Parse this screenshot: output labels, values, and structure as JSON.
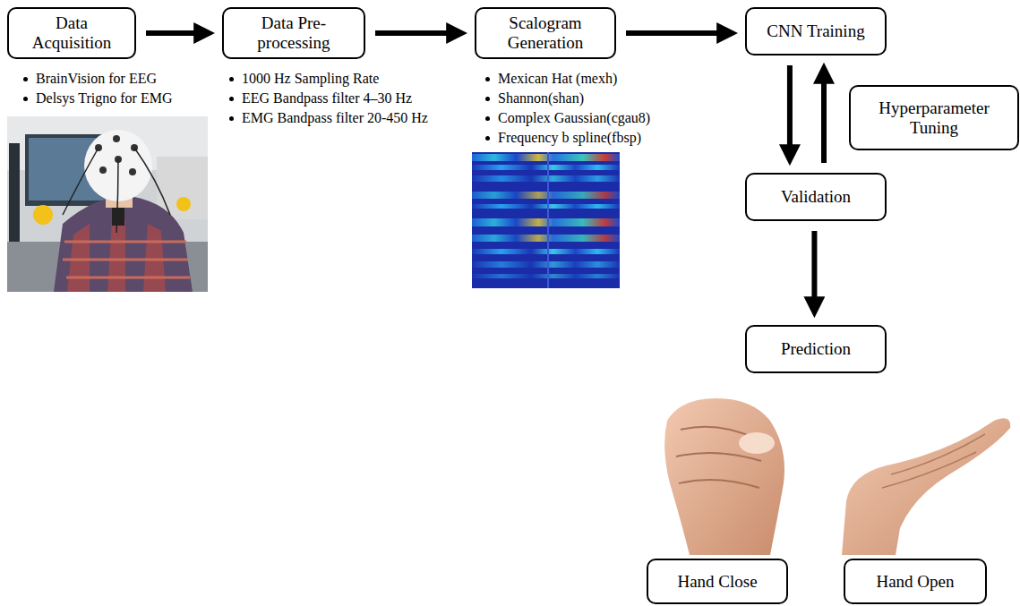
{
  "diagram": {
    "nodes": [
      {
        "text": [
          "Data Acquisition"
        ]
      },
      {
        "text": [
          "Data Pre- processing"
        ]
      },
      {
        "text": [
          "Scalogram Generation"
        ]
      },
      {
        "text": [
          "CNN Training"
        ]
      },
      {
        "text": [
          "Hyperparameter Tuning"
        ]
      },
      {
        "text": [
          "Validation"
        ]
      },
      {
        "text": [
          "Prediction"
        ]
      },
      {
        "text": [
          "Hand Close"
        ]
      },
      {
        "text": [
          "Hand Open"
        ]
      }
    ],
    "edges": [
      {
        "from": 0,
        "to": 1,
        "arrow": "to"
      },
      {
        "from": 1,
        "to": 2,
        "arrow": "to"
      },
      {
        "from": 2,
        "to": 3,
        "arrow": "to"
      },
      {
        "from": 3,
        "to": 5,
        "arrow": "to"
      },
      {
        "from": 5,
        "to": 3,
        "arrow": "to"
      },
      {
        "from": 5,
        "to": 6,
        "arrow": "to"
      }
    ],
    "labels": [
      "BrainVision for EEG",
      "Delsys Trigno for EMG",
      "1000 Hz Sampling Rate",
      "EEG Bandpass filter 4–30 Hz",
      "EMG Bandpass filter 20-450 Hz",
      "Mexican Hat (mexh)",
      "Shannon(shan)",
      "Complex Gaussian(cgau8)",
      "Frequency b spline(fbsp)"
    ]
  }
}
